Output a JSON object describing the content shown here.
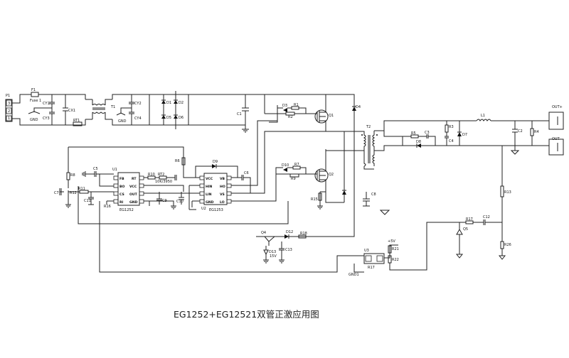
{
  "caption": "EG1252+EG12521双管正激应用图",
  "labels": {
    "P1": "P1",
    "F1": "F1",
    "Fuse": "Fuse 1",
    "CY1": "CY1",
    "CY3": "CY3",
    "CX1": "CX1",
    "T1": "T1",
    "CY2": "CY2",
    "CY4": "CY4",
    "GND": "GND",
    "RT1": "RT1",
    "D1": "D1",
    "D2": "D2",
    "D5": "D5",
    "D6": "D6",
    "C1": "C1",
    "D3": "D3",
    "R1": "R1",
    "R2": "R2",
    "Q1": "Q1",
    "D4": "D4",
    "D10": "D10",
    "R7": "R7",
    "R9": "R9",
    "Q2": "Q2",
    "R15": "R15",
    "T2": "T2",
    "C8": "C8",
    "L1": "L1",
    "R3": "R3",
    "D7": "D7",
    "C4": "C4",
    "R5": "R5",
    "C3": "C3",
    "D8": "D8",
    "C2": "C2",
    "R4": "R4",
    "OUTP": "OUT+",
    "OUTN": "OUT-",
    "R6": "R6",
    "D9": "D9",
    "C6": "C6",
    "U1": "U1",
    "U2": "U2",
    "C5": "C5",
    "R8": "R8",
    "C7": "C7",
    "R11": "R11",
    "R12": "R12",
    "C11": "C11",
    "R10": "R10",
    "RT2": "RT2",
    "RT2v": "10K/3950",
    "C9": "C9",
    "C10": "C10",
    "EG1252": "EG1252",
    "EG1253": "EG1253",
    "R13": "R13",
    "R17": "R17",
    "C12": "C12",
    "Q5": "Q5",
    "R26": "R26",
    "Q4": "Q4",
    "D12": "D12",
    "R18": "R18",
    "D13": "D13",
    "ZV": "15V",
    "C13": "C13",
    "U3": "U3",
    "V5": "+5V",
    "R21": "R21",
    "R22": "R22",
    "GND1": "GND1",
    "R16": "R16",
    "n3": "3",
    "n2": "2",
    "n1": "1"
  },
  "pins": {
    "u1_left": [
      "FB",
      "BO",
      "CS",
      "RI"
    ],
    "u1_right": [
      "RT",
      "VCC",
      "OUT",
      "GND"
    ],
    "u2_left": [
      "VCC",
      "HIN",
      "LIN",
      "GND"
    ],
    "u2_right": [
      "VB",
      "HO",
      "VS",
      "LO"
    ]
  }
}
